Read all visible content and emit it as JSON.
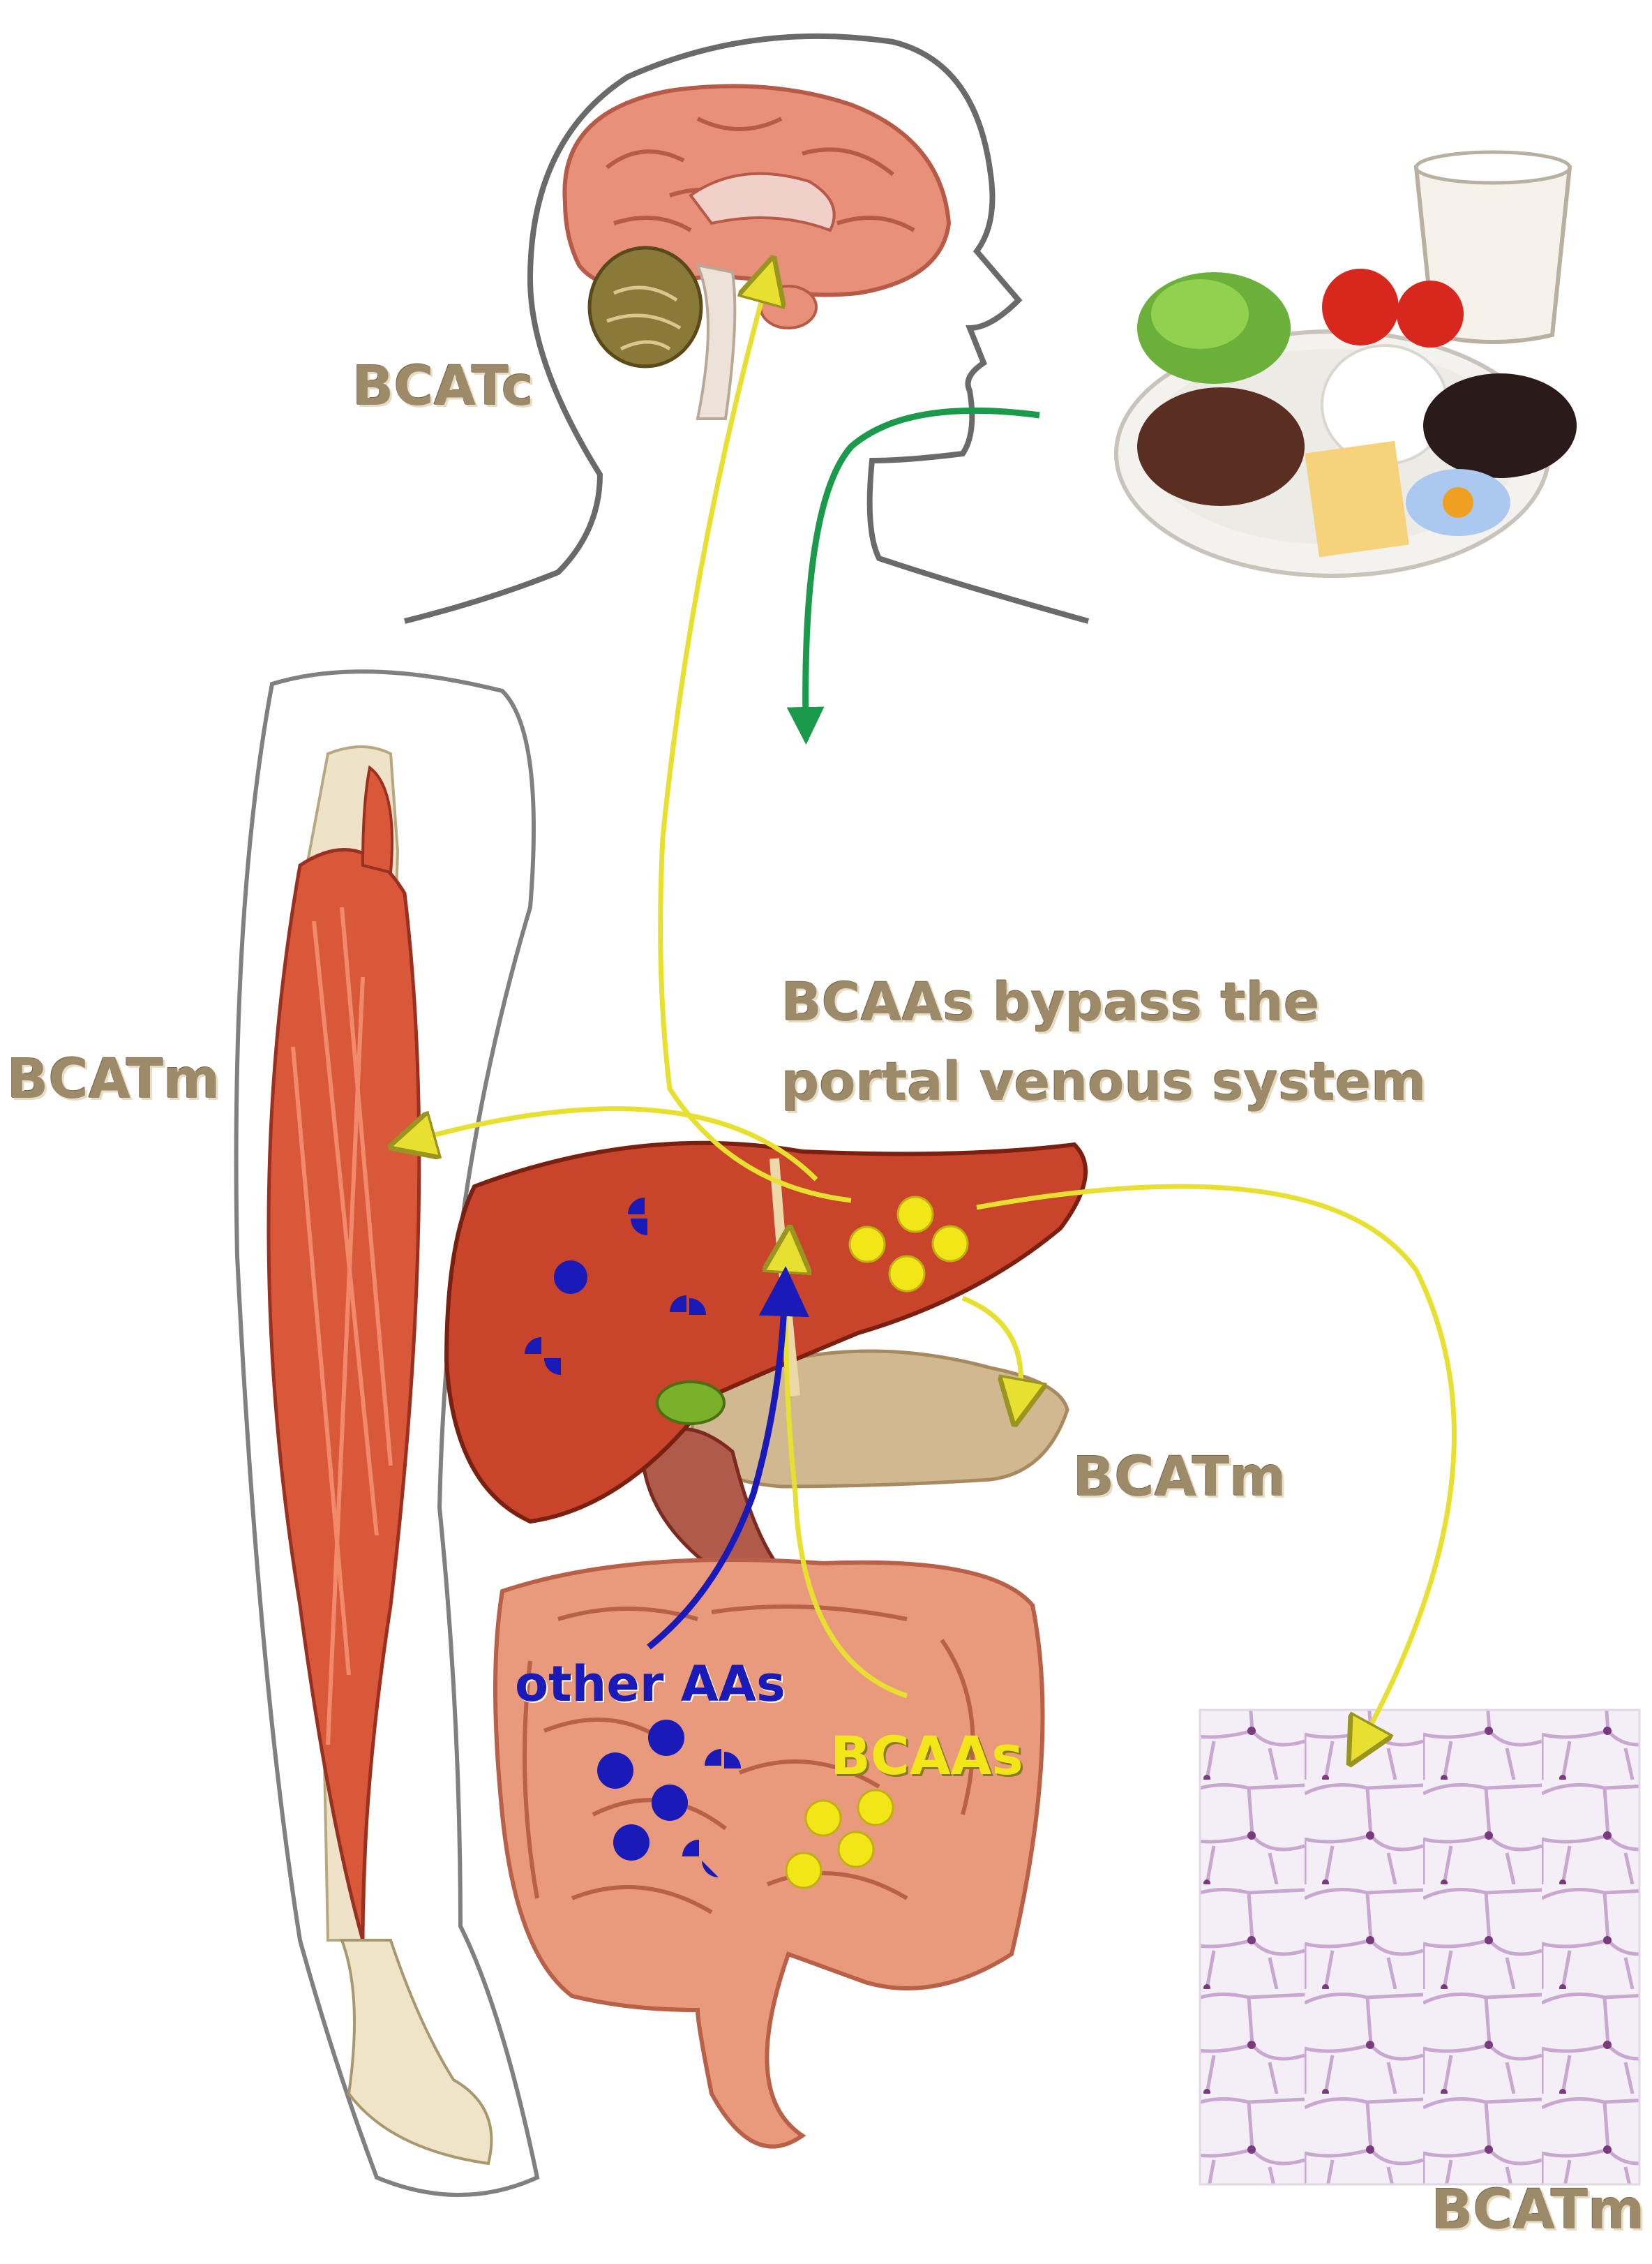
{
  "labels": {
    "bcat_brain": "BCATc",
    "bcat_arm": "BCATm",
    "bypass_line1": "BCAAs bypass the",
    "bypass_line2": "portal venous system",
    "bcat_pancreas": "BCATm",
    "bcat_adipose": "BCATm",
    "other_aas": "other AAs",
    "bcaas": "BCAAs"
  },
  "colors": {
    "label_tan": "#9c8a68",
    "bcaa_yellow": "#f2e619",
    "other_aa_blue": "#1a1ab8",
    "digestion_arrow_green": "#1a9a4a",
    "transport_arrow_yellow": "#e8e030",
    "muscle_red": "#d9583a",
    "liver_red": "#c8442a",
    "intestine_peach": "#e99a7c"
  },
  "icons": [
    "human-head-outline",
    "brain",
    "food-plate",
    "milk-glass",
    "arm-muscle",
    "liver",
    "pancreas",
    "intestines",
    "adipose-tissue"
  ]
}
